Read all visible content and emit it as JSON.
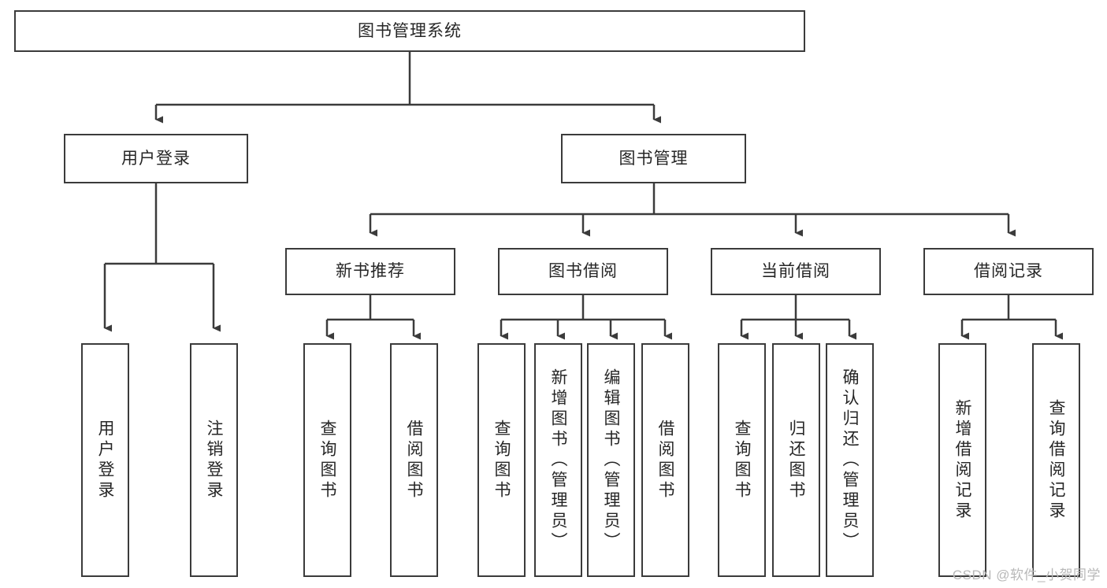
{
  "diagram": {
    "type": "tree-hierarchy",
    "title": "图书管理系统",
    "root": {
      "label": "图书管理系统"
    },
    "level2": [
      {
        "label": "用户登录"
      },
      {
        "label": "图书管理"
      }
    ],
    "level3": [
      {
        "label": "新书推荐"
      },
      {
        "label": "图书借阅"
      },
      {
        "label": "当前借阅"
      },
      {
        "label": "借阅记录"
      }
    ],
    "leaves": {
      "user_login": [
        {
          "label": "用户登录"
        },
        {
          "label": "注销登录"
        }
      ],
      "new_book_recommend": [
        {
          "label": "查询图书"
        },
        {
          "label": "借阅图书"
        }
      ],
      "book_borrow": [
        {
          "label": "查询图书"
        },
        {
          "label": "新增图书（管理员）"
        },
        {
          "label": "编辑图书（管理员）"
        },
        {
          "label": "借阅图书"
        }
      ],
      "current_borrow": [
        {
          "label": "查询图书"
        },
        {
          "label": "归还图书"
        },
        {
          "label": "确认归还（管理员）"
        }
      ],
      "borrow_record": [
        {
          "label": "新增借阅记录"
        },
        {
          "label": "查询借阅记录"
        }
      ]
    }
  },
  "watermark": {
    "text": "CSDN @软件_小贺同学"
  },
  "colors": {
    "stroke": "#3b3b3b",
    "text": "#262626",
    "background": "#ffffff",
    "watermark": "#b8b8b8"
  }
}
